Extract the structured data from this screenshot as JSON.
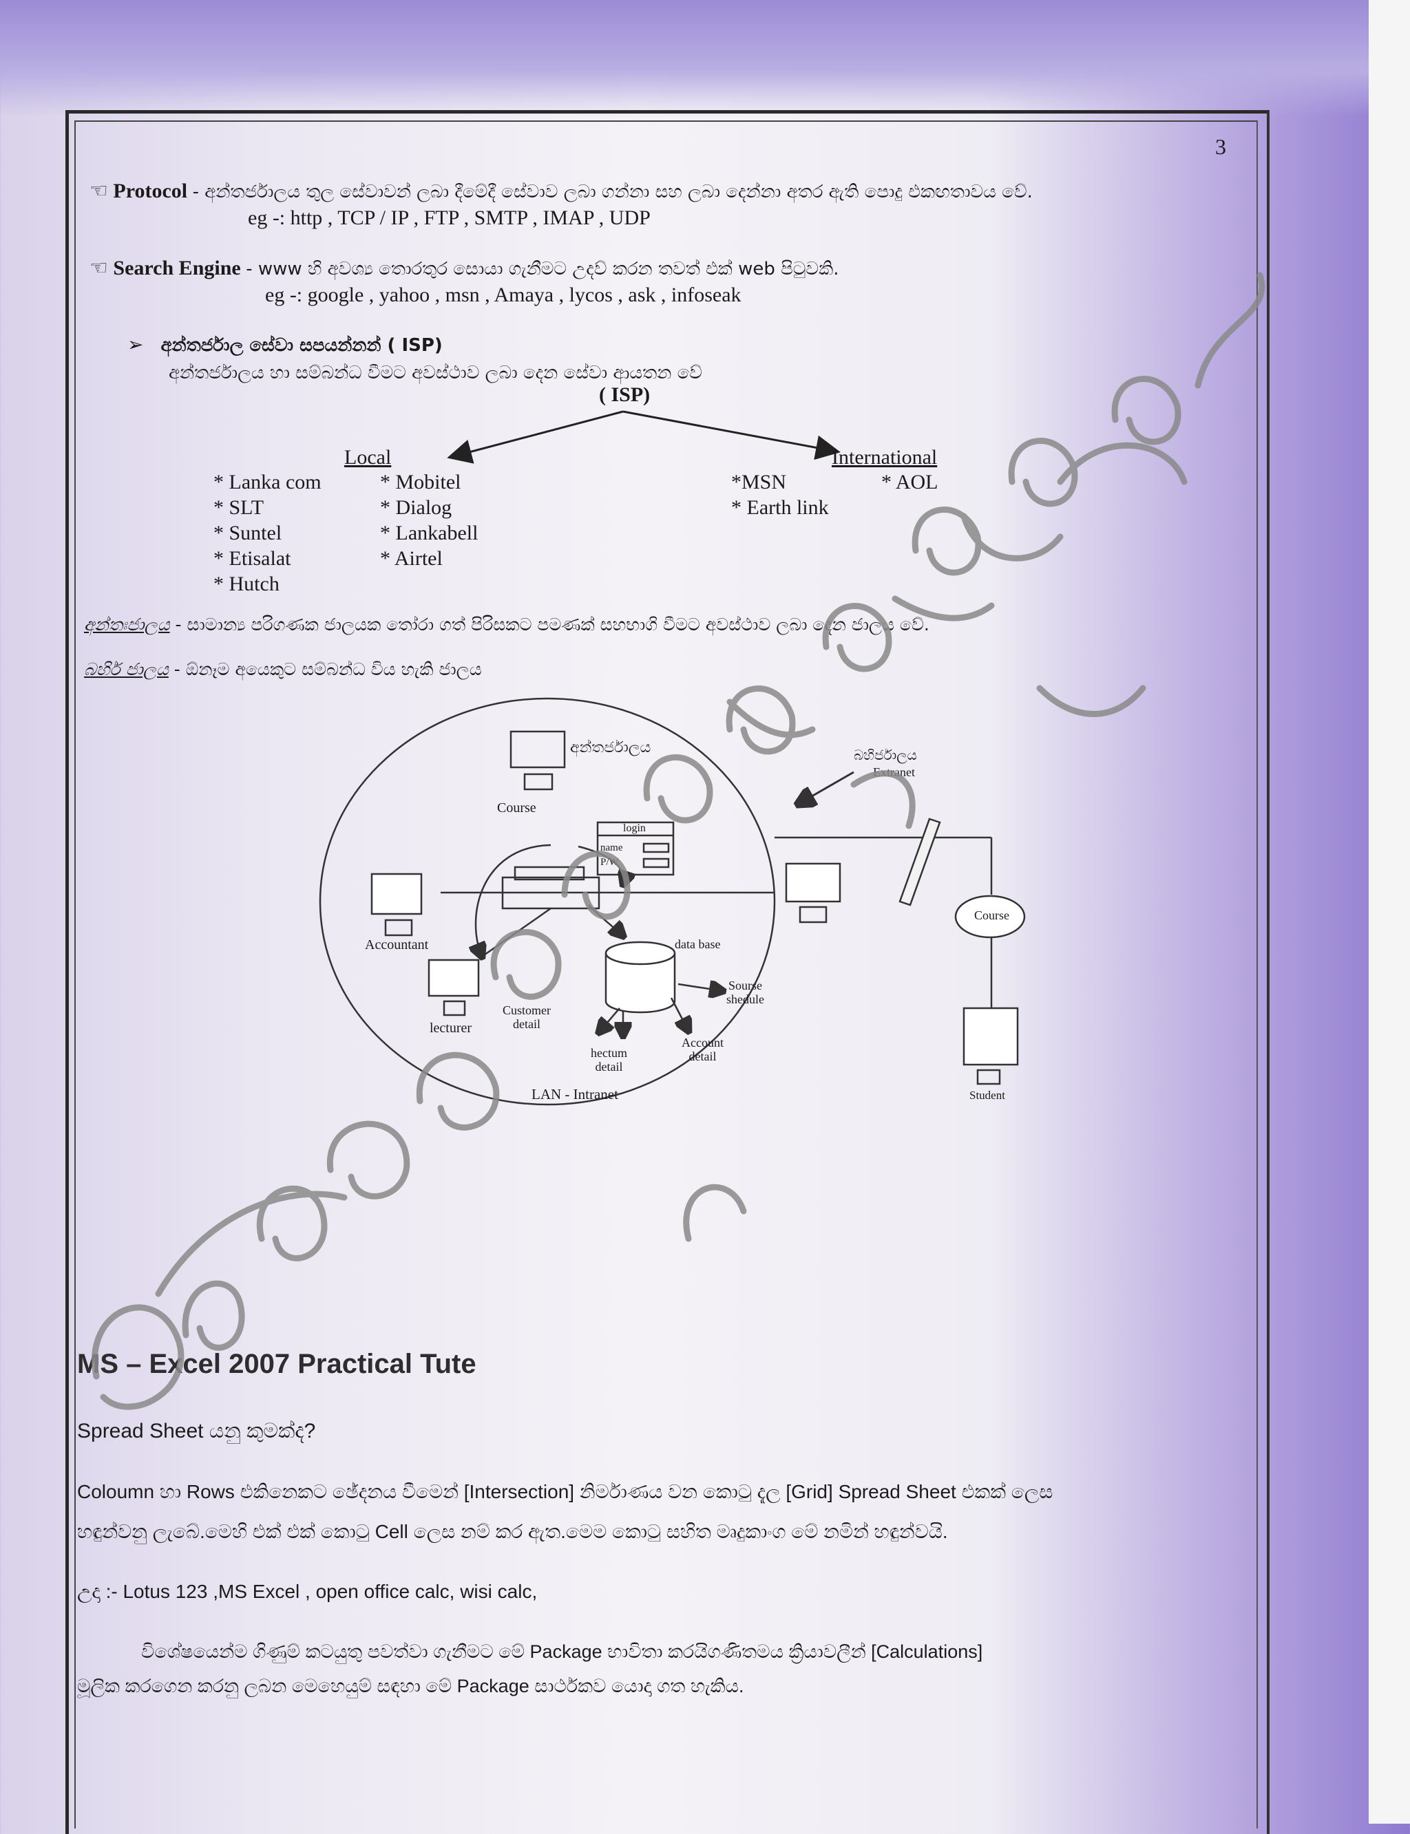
{
  "page_number": "3",
  "protocol": {
    "term": "Protocol",
    "definition": "- අන්තර්ජාලය තුල සේවාවන් ලබා දීමේදී සේවාව ලබා ගන්නා සහ ලබා දෙන්නා අතර ඇති පොදු එකඟතාවය වේ.",
    "example": "eg -: http , TCP / IP , FTP , SMTP , IMAP , UDP"
  },
  "search_engine": {
    "term": "Search Engine",
    "definition": "- www හි අවශ්‍ය තොරතුර සොයා ගැනීමට උදව් කරන තවත් එක් web පිටුවකි.",
    "example": "eg -: google , yahoo , msn , Amaya , lycos , ask , infoseak"
  },
  "isp": {
    "heading": "අන්තර්ජාල සේවා සපයන්නන් ( ISP)",
    "description": "අන්තර්ජාලය හා සම්බන්ධ වීමට අවස්ථාව ලබා දෙන සේවා ආයතන වේ",
    "root": "( ISP)",
    "local_label": "Local",
    "international_label": "International",
    "local_col1": [
      "* Lanka com",
      "* SLT",
      "* Suntel",
      "* Etisalat",
      "* Hutch"
    ],
    "local_col2": [
      "* Mobitel",
      "* Dialog",
      "* Lankabell",
      "* Airtel"
    ],
    "intl_col1": [
      "*MSN",
      "* Earth link"
    ],
    "intl_col2": [
      "* AOL"
    ]
  },
  "intranet": {
    "term": "අන්තඃජාලය",
    "definition": "- සාමාන්‍ය පරිගණක ජාලයක තෝරා ගත් පිරිසකට පමණක් සහභාගි වීමට අවස්ථාව ලබා දෙන ජාලය වේ."
  },
  "extranet": {
    "term": "බහිර් ජාලය",
    "definition": "- ඕනෑම අයෙකුට සම්බන්ධ විය හැකි ජාලය"
  },
  "diagram": {
    "internet_label": "අන්තර්ජාලය",
    "course_label": "Course",
    "extranet_si": "බහිර්ජාලය",
    "extranet_en": "Extranet",
    "login_title": "login",
    "login_name": "name",
    "login_pw": "P/W",
    "accountant": "Accountant",
    "lecturer": "lecturer",
    "database": "data base",
    "customer_detail_1": "Customer",
    "customer_detail_2": "detail",
    "return_detail_1": "hectum",
    "return_detail_2": "detail",
    "account_detail_1": "Account",
    "account_detail_2": "detail",
    "course_schedule_1": "Sourse",
    "course_schedule_2": "shedule",
    "lan_label": "LAN - Intranet",
    "course_oval": "Course",
    "student": "Student"
  },
  "excel": {
    "title": "MS – Excel 2007 Practical Tute",
    "question": "Spread Sheet යනු කුමක්ද?",
    "para1_line1": "Coloumn හා Rows එකිනෙකට ඡේදනය වීමෙන් [Intersection] නිර්මාණය වන කොටු දැල [Grid] Spread Sheet එකක් ලෙස",
    "para1_line2": "හඳුන්වනු ලැබේ.මෙහි එක් එක් කොටු Cell ලෙස නම් කර ඇත.මෙම කොටු සහිත මෘදුකාංග මේ නමින් හඳුන්වයි.",
    "example": "උදා :- Lotus 123 ,MS Excel , open office calc, wisi calc,",
    "para2_line1": "විශේෂයෙන්ම ගිණුම් කටයුතු පවත්වා ගැනීමට මේ Package භාවිතා කරයිගණිතමය ක්‍රියාවලීන් [Calculations]",
    "para2_line2": "මූලික කරගෙන කරනු ලබන මෙහෙයුම් සඳහා මේ Package සාර්ථකව යොදා ගත හැකිය."
  },
  "watermark": "පේරාදෙණිය ශ්‍රී බෝධිරාජ ධර්ම ආයතනය"
}
